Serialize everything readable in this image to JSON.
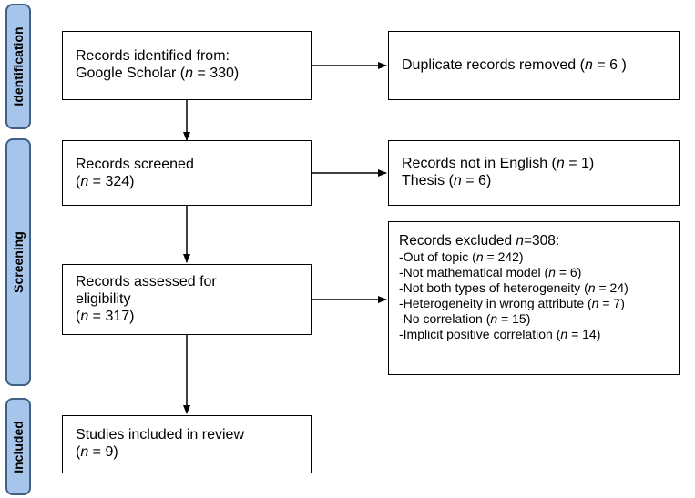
{
  "stages": [
    {
      "id": "identification",
      "label": "Identification"
    },
    {
      "id": "screening",
      "label": "Screening"
    },
    {
      "id": "included",
      "label": "Included"
    }
  ],
  "boxes": {
    "identified": {
      "lines": [
        [
          {
            "t": "Records identified from:"
          }
        ],
        [
          {
            "t": "Google Scholar ("
          },
          {
            "t": "n",
            "i": true
          },
          {
            "t": " = 330)"
          }
        ]
      ]
    },
    "duplicates": {
      "lines": [
        [
          {
            "t": "Duplicate records removed ("
          },
          {
            "t": "n",
            "i": true
          },
          {
            "t": " = 6 )"
          }
        ]
      ]
    },
    "screened": {
      "lines": [
        [
          {
            "t": "Records screened"
          }
        ],
        [
          {
            "t": "("
          },
          {
            "t": "n",
            "i": true
          },
          {
            "t": " = 324)"
          }
        ]
      ]
    },
    "not_english": {
      "lines": [
        [
          {
            "t": "Records not in English ("
          },
          {
            "t": "n",
            "i": true
          },
          {
            "t": " = 1)"
          }
        ],
        [
          {
            "t": "Thesis ("
          },
          {
            "t": "n",
            "i": true
          },
          {
            "t": " = 6)"
          }
        ]
      ]
    },
    "assessed": {
      "lines": [
        [
          {
            "t": "Records assessed for"
          }
        ],
        [
          {
            "t": "eligibility"
          }
        ],
        [
          {
            "t": "("
          },
          {
            "t": "n",
            "i": true
          },
          {
            "t": " = 317)"
          }
        ]
      ]
    },
    "excluded": {
      "lines": [
        [
          {
            "t": "Records excluded "
          },
          {
            "t": "n",
            "i": true
          },
          {
            "t": "=308:"
          }
        ],
        [
          {
            "t": "-Out of topic ("
          },
          {
            "t": "n",
            "i": true
          },
          {
            "t": " = 242)"
          }
        ],
        [
          {
            "t": "-Not mathematical model ("
          },
          {
            "t": "n",
            "i": true
          },
          {
            "t": " = 6)"
          }
        ],
        [
          {
            "t": "-Not both types of heterogeneity ("
          },
          {
            "t": "n",
            "i": true
          },
          {
            "t": " = 24)"
          }
        ],
        [
          {
            "t": "-Heterogeneity in wrong attribute ("
          },
          {
            "t": "n",
            "i": true
          },
          {
            "t": " = 7)"
          }
        ],
        [
          {
            "t": "-No correlation ("
          },
          {
            "t": "n",
            "i": true
          },
          {
            "t": " = 15)"
          }
        ],
        [
          {
            "t": "-Implicit positive correlation ("
          },
          {
            "t": "n",
            "i": true
          },
          {
            "t": " = 14)"
          }
        ]
      ]
    },
    "included": {
      "lines": [
        [
          {
            "t": "Studies included in review"
          }
        ],
        [
          {
            "t": "("
          },
          {
            "t": "n",
            "i": true
          },
          {
            "t": " = 9)"
          }
        ]
      ]
    }
  },
  "colors": {
    "stage_fill": "#a7c5ea",
    "stage_border": "#3f5f86",
    "arrow": "#000000"
  }
}
